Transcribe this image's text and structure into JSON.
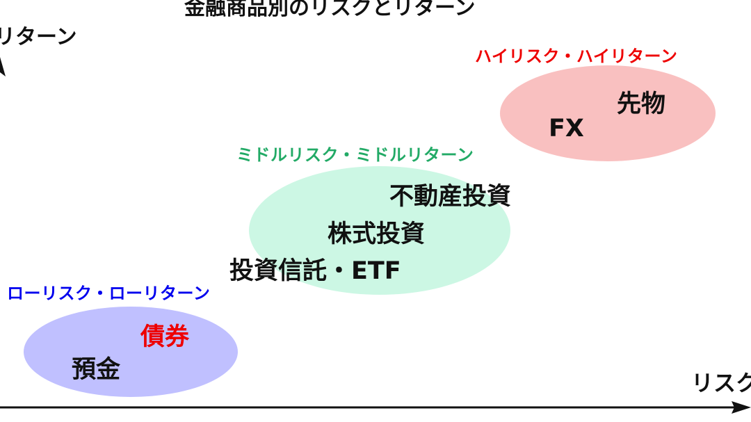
{
  "title": "金融商品別のリスクとリターン",
  "axes": {
    "y_label": "リターン",
    "x_label": "リスク"
  },
  "groups": [
    {
      "label": "ローリスク・ローリターン",
      "label_color": "#0000ee",
      "fill_color": "#c0c0ff",
      "items": [
        {
          "text": "債券",
          "color": "#ee0000"
        },
        {
          "text": "預金",
          "color": "#111111"
        }
      ]
    },
    {
      "label": "ミドルリスク・ミドルリターン",
      "label_color": "#22aa66",
      "fill_color": "#ccf7e4",
      "items": [
        {
          "text": "不動産投資",
          "color": "#111111"
        },
        {
          "text": "株式投資",
          "color": "#111111"
        },
        {
          "text": "投資信託・ETF",
          "color": "#111111"
        }
      ]
    },
    {
      "label": "ハイリスク・ハイリターン",
      "label_color": "#ee0000",
      "fill_color": "#f9c0c0",
      "items": [
        {
          "text": "先物",
          "color": "#111111"
        },
        {
          "text": "FX",
          "color": "#111111"
        }
      ]
    }
  ]
}
